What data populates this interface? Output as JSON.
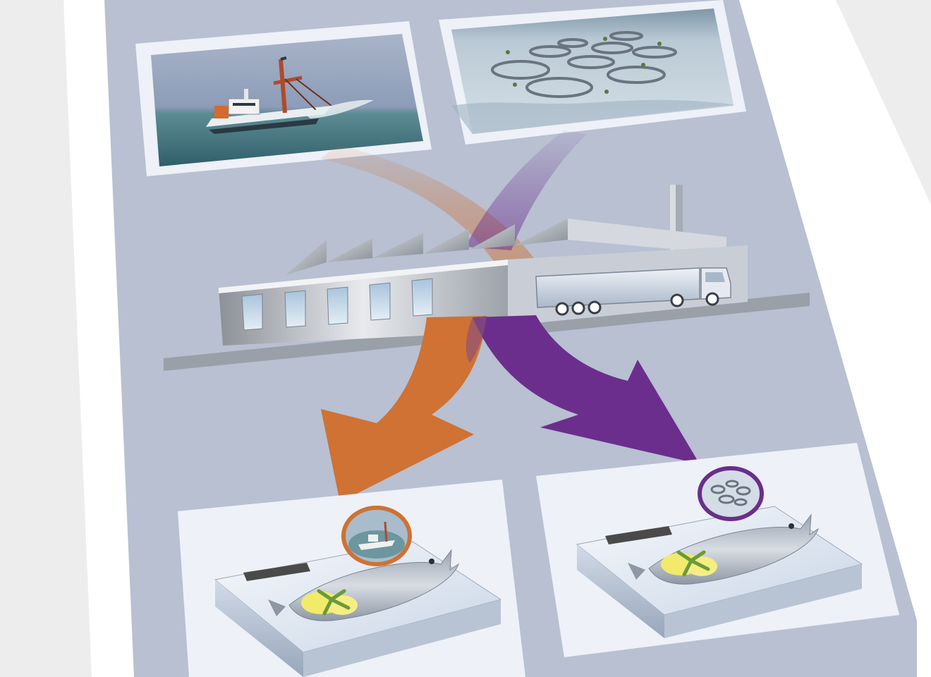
{
  "colors": {
    "page_bg": "#ededed",
    "sheet_white": "#ffffff",
    "panel_blue_gray": "#b8c0d2",
    "wild_catch_orange": "#cf7233",
    "farmed_purple": "#6b2e8c",
    "frame_white": "#eef1f7",
    "factory_gray": "#9aa0a8",
    "label_bar": "#4a4a4a",
    "lemon_yellow": "#f2ea6a",
    "garnish_green": "#6a9a3a"
  },
  "diagram": {
    "sources": [
      {
        "id": "wild-catch",
        "icon": "fishing-trawler-icon",
        "flow_color": "wild_catch_orange"
      },
      {
        "id": "aquaculture",
        "icon": "fish-farm-net-pens-icon",
        "flow_color": "farmed_purple"
      }
    ],
    "processing": {
      "icons": [
        "fish-processing-factory-icon",
        "refrigerated-truck-icon"
      ]
    },
    "products": [
      {
        "id": "wild-product",
        "icon": "packaged-fish-tray-icon",
        "origin_badge": "fishing-trawler-icon",
        "badge_color": "wild_catch_orange"
      },
      {
        "id": "farmed-product",
        "icon": "packaged-fish-tray-icon",
        "origin_badge": "fish-farm-net-pens-icon",
        "badge_color": "farmed_purple"
      }
    ]
  }
}
